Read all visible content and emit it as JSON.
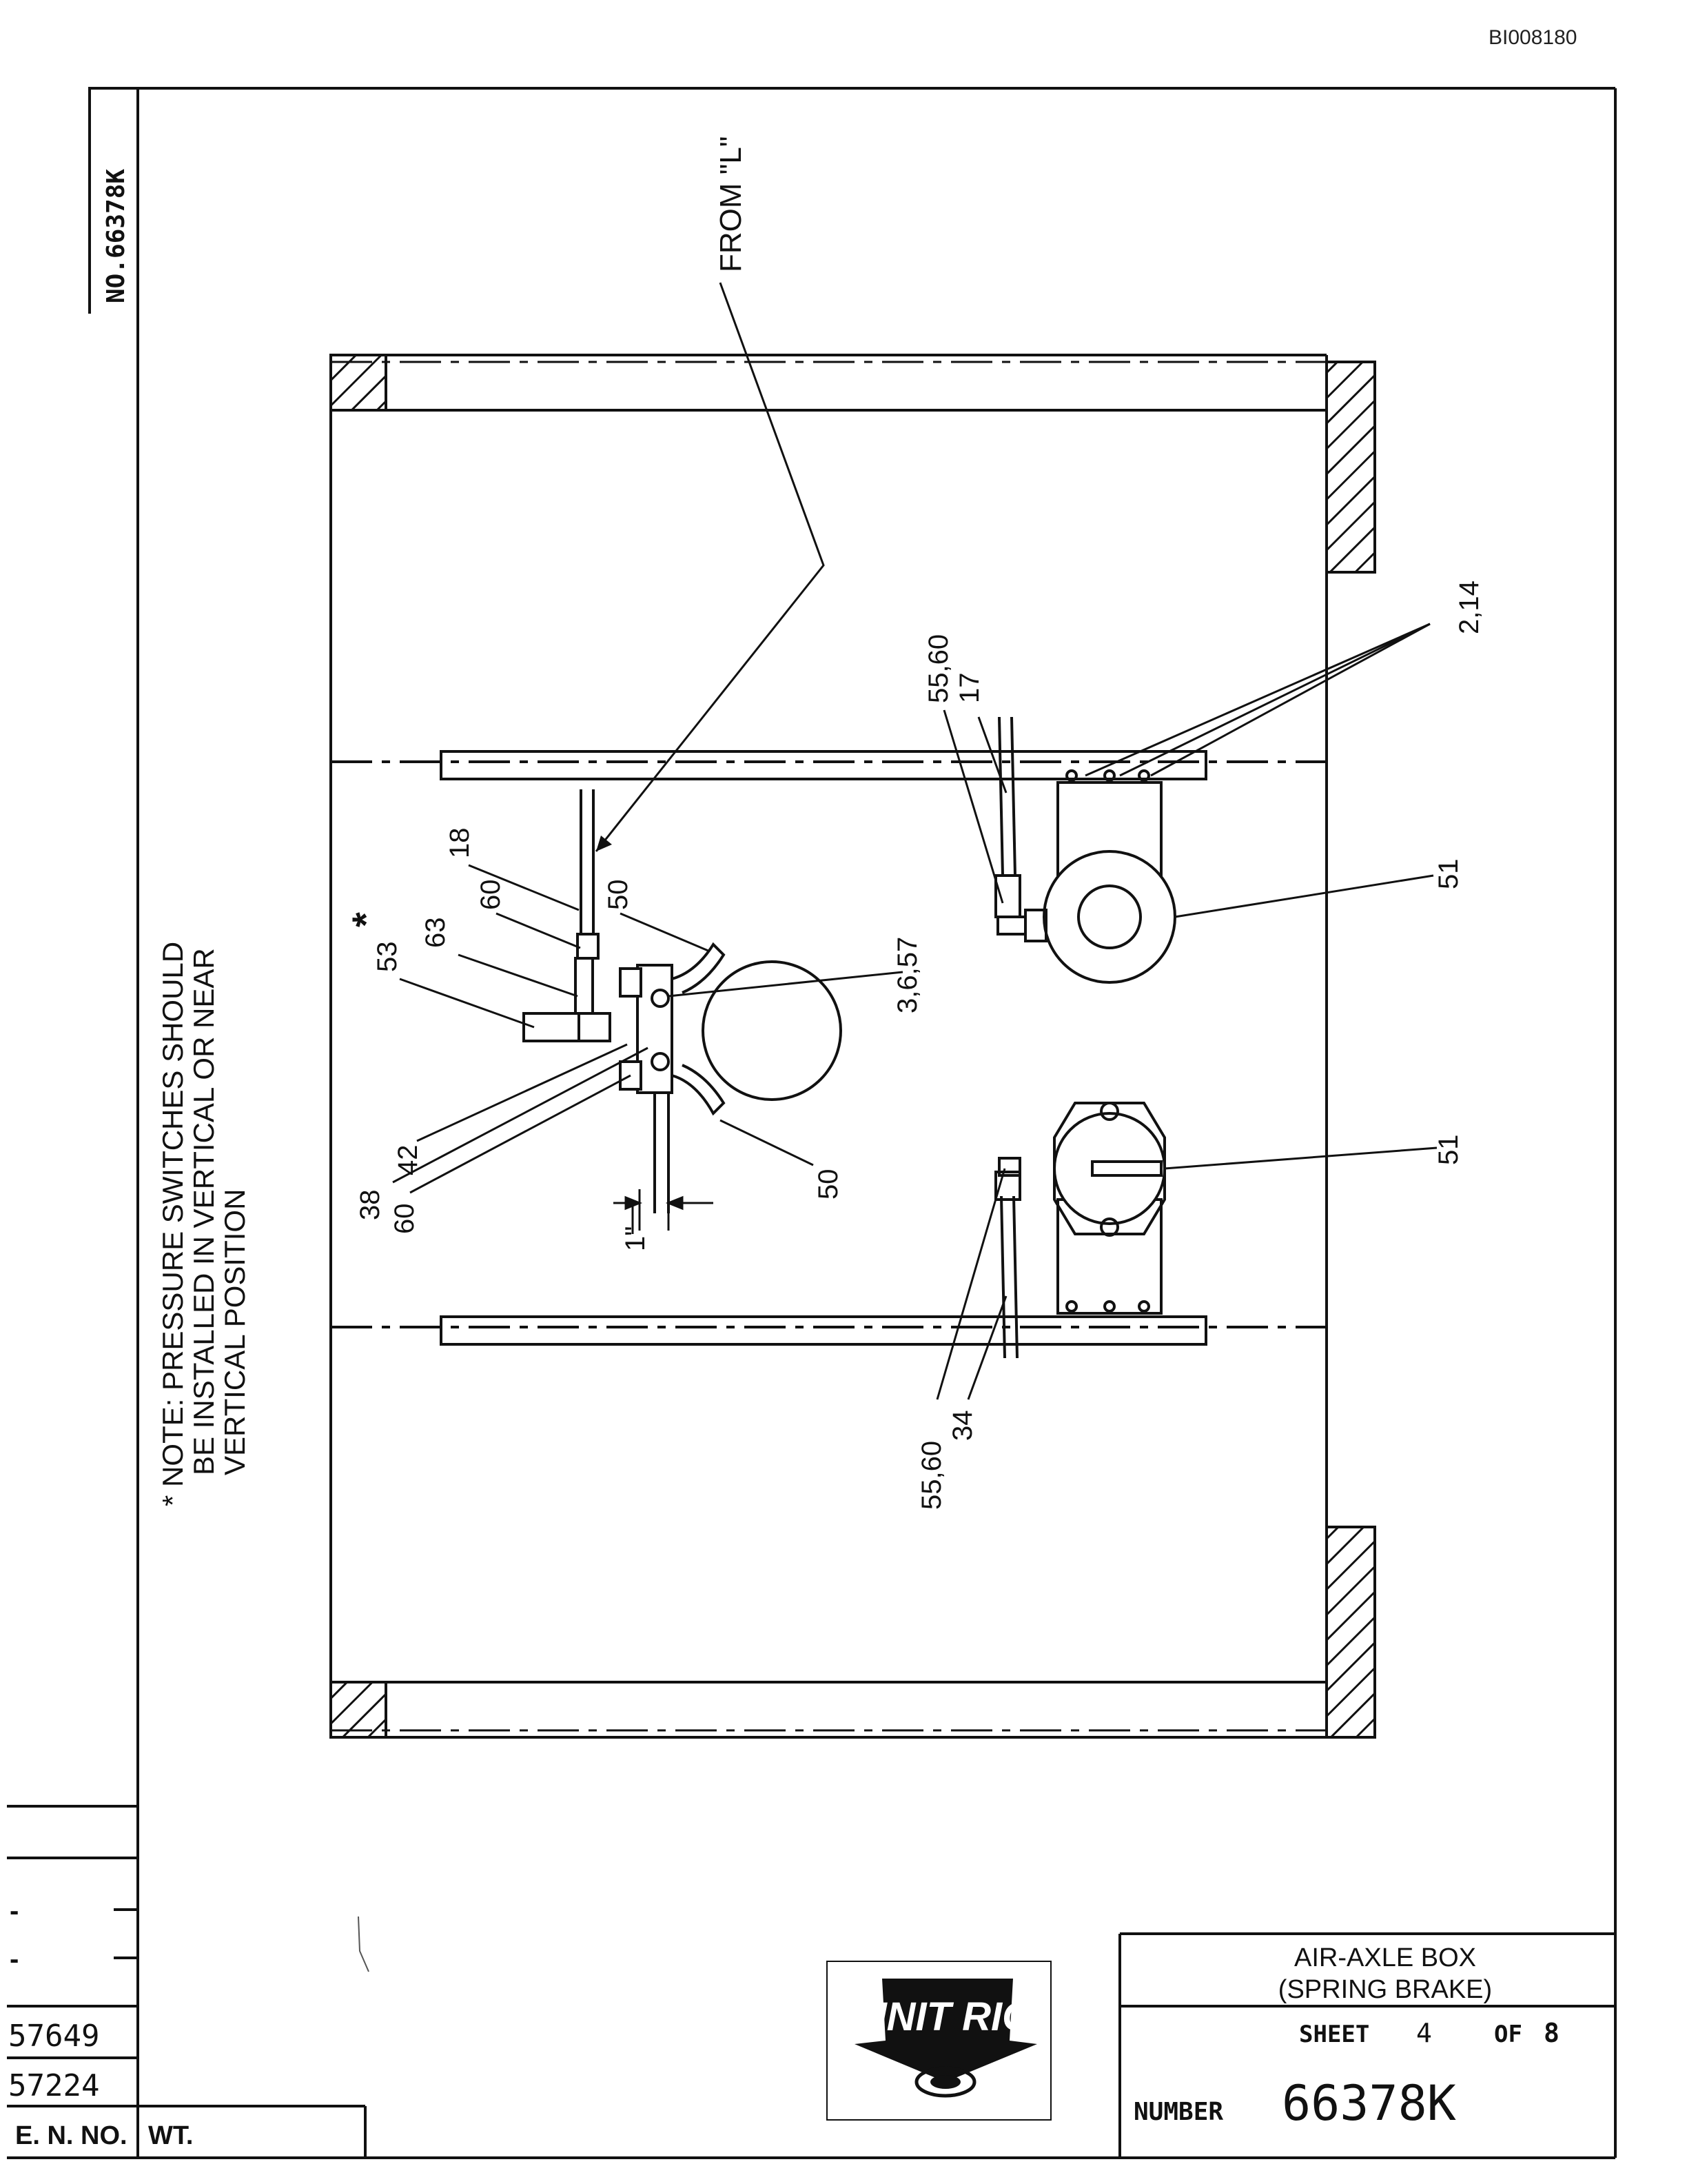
{
  "doc_id": "BI008180",
  "drawing_number_vertical": "NO.66378K",
  "from_label": "FROM \"L\"",
  "note": {
    "line1": "* NOTE: PRESSURE SWITCHES SHOULD",
    "line2": "BE INSTALLED IN VERTICAL OR NEAR",
    "line3": "VERTICAL POSITION"
  },
  "callouts": {
    "c18": "18",
    "c50a": "50",
    "c60a": "60",
    "c63": "63",
    "c53": "53",
    "c_star": "*",
    "c3657": "3,6,57",
    "c42": "42",
    "c38": "38",
    "c60b": "60",
    "c50b": "50",
    "c1in": "1\"",
    "c5560a": "55,60",
    "c17": "17",
    "c214": "2,14",
    "c51a": "51",
    "c51b": "51",
    "c5560b": "55,60",
    "c34": "34"
  },
  "revisions": {
    "rows": [
      "-",
      "-",
      "57649",
      "57224"
    ],
    "en_label": "E. N. NO.",
    "wt_label": "WT."
  },
  "title_block": {
    "title1": "AIR-AXLE BOX",
    "title2": "(SPRING BRAKE)",
    "sheet_label": "SHEET",
    "sheet_no": "4",
    "of_label": "OF",
    "sheet_total": "8",
    "number_label": "NUMBER",
    "number": "66378K"
  },
  "logo": {
    "text": "UNIT RIG"
  }
}
